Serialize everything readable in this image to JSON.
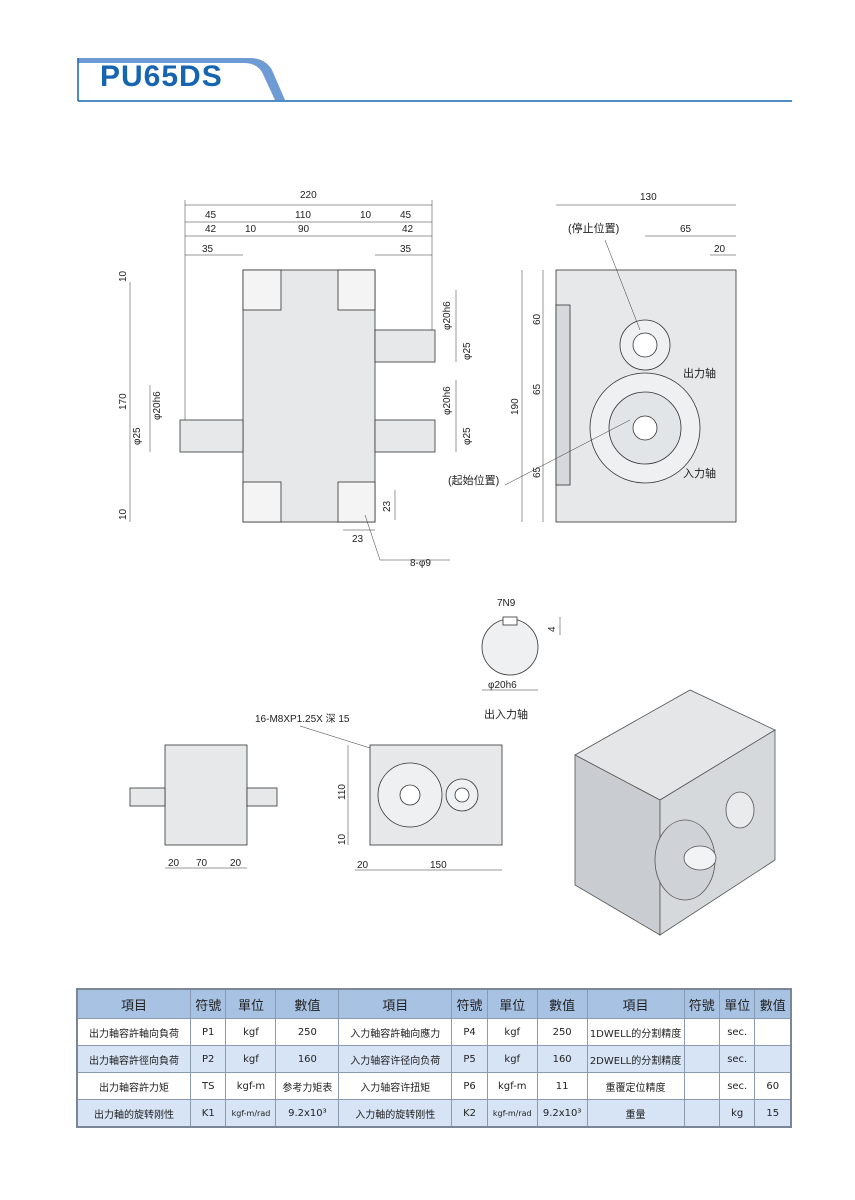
{
  "header": {
    "title": "PU65DS",
    "accent": "#1565b0",
    "band": "#6f9bd4"
  },
  "front_view": {
    "dims": [
      "220",
      "45",
      "110",
      "10",
      "45",
      "42",
      "10",
      "90",
      "42",
      "35",
      "35",
      "10",
      "170",
      "φ20h6",
      "φ25",
      "φ20h6",
      "φ25",
      "φ20h6",
      "φ25",
      "10",
      "23",
      "23",
      "8-φ9"
    ]
  },
  "side_view": {
    "dims": [
      "130",
      "65",
      "20",
      "60",
      "65",
      "65",
      "190"
    ],
    "stop_position": "(停止位置)",
    "start_position": "(起始位置)",
    "output_shaft": "出力轴",
    "input_shaft": "入力轴"
  },
  "shaft_detail": {
    "keyway": "7N9",
    "depth": "4",
    "diameter": "φ20h6",
    "caption": "出入力轴"
  },
  "bottom_views": {
    "thread_note": "16-M8XP1.25X 深 15",
    "dims_left": [
      "20",
      "70",
      "20"
    ],
    "dims_mid": [
      "110",
      "10",
      "20",
      "150"
    ]
  },
  "spec_table": {
    "headers": [
      "項目",
      "符號",
      "單位",
      "數值",
      "項目",
      "符號",
      "單位",
      "數值",
      "項目",
      "符號",
      "單位",
      "數值"
    ],
    "rows": [
      [
        "出力軸容許軸向負荷",
        "P1",
        "kgf",
        "250",
        "入力軸容許軸向應力",
        "P4",
        "kgf",
        "250",
        "1DWELL的分割精度",
        "",
        "sec.",
        ""
      ],
      [
        "出力軸容許徑向負荷",
        "P2",
        "kgf",
        "160",
        "入力轴容许径向负荷",
        "P5",
        "kgf",
        "160",
        "2DWELL的分割精度",
        "",
        "sec.",
        ""
      ],
      [
        "出力軸容許力矩",
        "TS",
        "kgf-m",
        "参考力矩表",
        "入力轴容许扭矩",
        "P6",
        "kgf-m",
        "11",
        "重覆定位精度",
        "",
        "sec.",
        "60"
      ],
      [
        "出力軸的旋转刚性",
        "K1",
        "kgf-m/rad",
        "9.2x10³",
        "入力軸的旋转刚性",
        "K2",
        "kgf-m/rad",
        "9.2x10³",
        "重量",
        "",
        "kg",
        "15"
      ]
    ]
  }
}
